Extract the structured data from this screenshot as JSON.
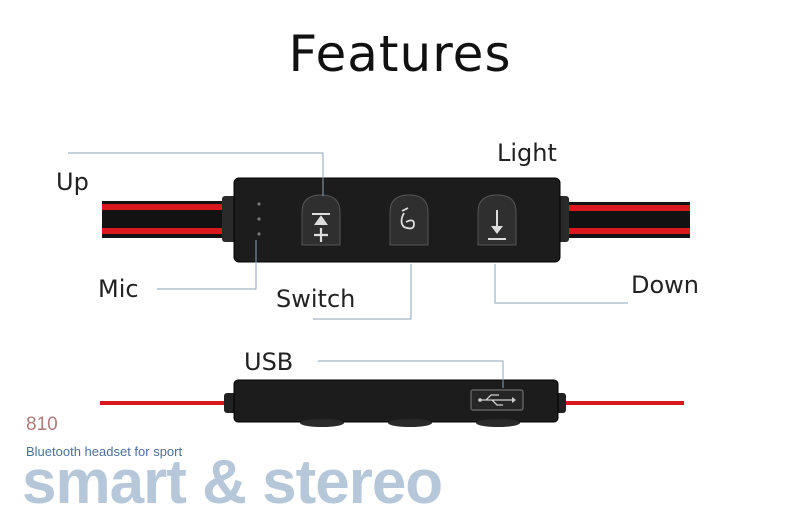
{
  "title": "Features",
  "labels": {
    "up": "Up",
    "light": "Light",
    "mic": "Mic",
    "switch": "Switch",
    "down": "Down",
    "usb": "USB"
  },
  "branding": {
    "model": "810",
    "tagline": "Bluetooth headset for sport",
    "slogan": "smart & stereo"
  },
  "colors": {
    "cable_red": "#d8181c",
    "cable_black": "#111111",
    "body": "#1b1b1b",
    "leader_line": "#8fa3b8"
  }
}
